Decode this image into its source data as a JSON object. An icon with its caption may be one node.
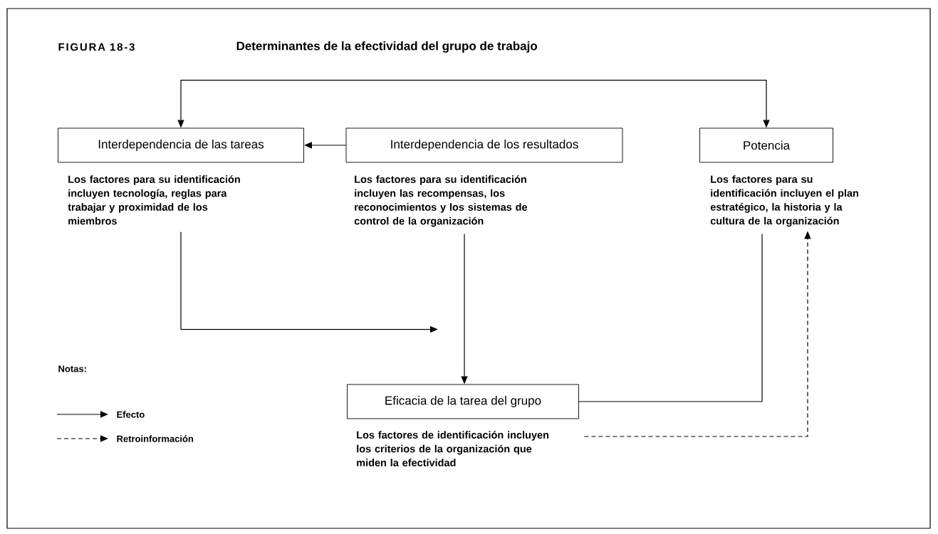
{
  "diagram": {
    "title": "Determinantes de la efectividad del grupo de trabajo",
    "nodes": [
      {
        "text": [
          "Interdependencia de las tareas",
          "Los factores para su identificación incluyen tecnología, reglas para trabajar y proximidad de los miembros"
        ]
      },
      {
        "text": [
          "Interdependencia de los resultados",
          "Los factores para su identificación incluyen las recompensas, los reconocimientos y los sistemas de control de la organización"
        ]
      },
      {
        "text": [
          "Potencia",
          "Los factores para su identificación incluyen el plan estratégico, la historia y la cultura de la organización"
        ]
      },
      {
        "text": [
          "Eficacia de la tarea del grupo",
          "Los factores de identificación incluyen los criterios de la organización que miden la efectividad"
        ]
      }
    ],
    "edges": [
      {
        "from": 0,
        "to": 2,
        "arrow": "both"
      },
      {
        "from": 1,
        "to": 0,
        "arrow": "to"
      },
      {
        "from": 0,
        "to": 3,
        "arrow": "to"
      },
      {
        "from": 1,
        "to": 3,
        "arrow": "to"
      },
      {
        "from": 3,
        "to": 2,
        "arrow": "none"
      },
      {
        "from": 3,
        "to": 2,
        "arrow": "to",
        "style": "dashed"
      }
    ],
    "labels": [
      "FIGURA 18-3",
      "Notas:"
    ],
    "legend": [
      {
        "text": "Efecto"
      },
      {
        "text": "Retroinformación"
      }
    ]
  }
}
